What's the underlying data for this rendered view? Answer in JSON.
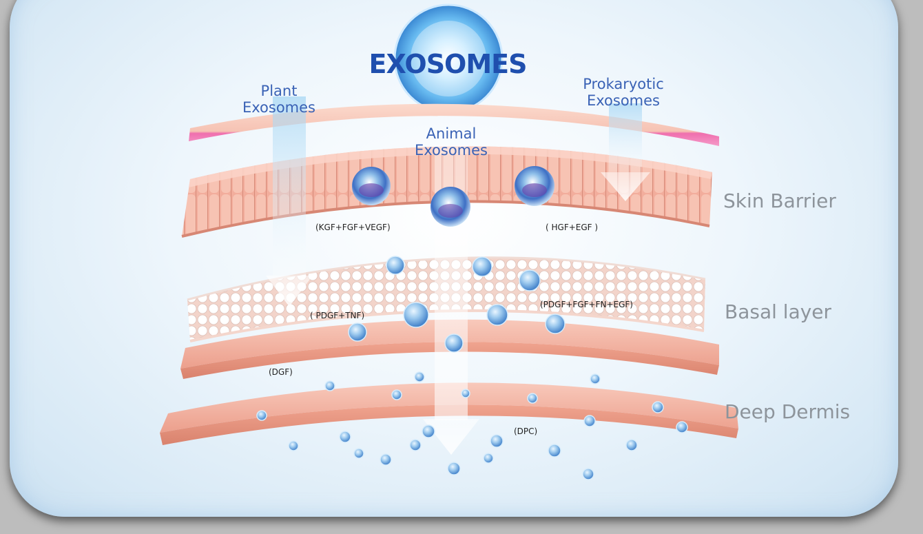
{
  "title": "EXOSOMES",
  "sources": {
    "plant": "Plant\nExosomes",
    "animal": "Animal\nExosomes",
    "prokaryotic": "Prokaryotic\nExosomes"
  },
  "layers": {
    "skin_barrier": "Skin Barrier",
    "basal": "Basal layer",
    "deep_dermis": "Deep Dermis"
  },
  "growth_factors": {
    "kgf": "(KGF+FGF+VEGF)",
    "hgf": "( HGF+EGF )",
    "pdgf_tnf": "( PDGF+TNF)",
    "pdgf_fn": "(PDGF+FGF+FN+EGF)",
    "dgf": "(DGF)",
    "dpc": "(DPC)"
  },
  "colors": {
    "title": "#1f4fae",
    "source_label": "#3a62b5",
    "layer_label": "#8d949b",
    "skin": "#f3b5a4",
    "exosome": "#4a8fd6"
  }
}
